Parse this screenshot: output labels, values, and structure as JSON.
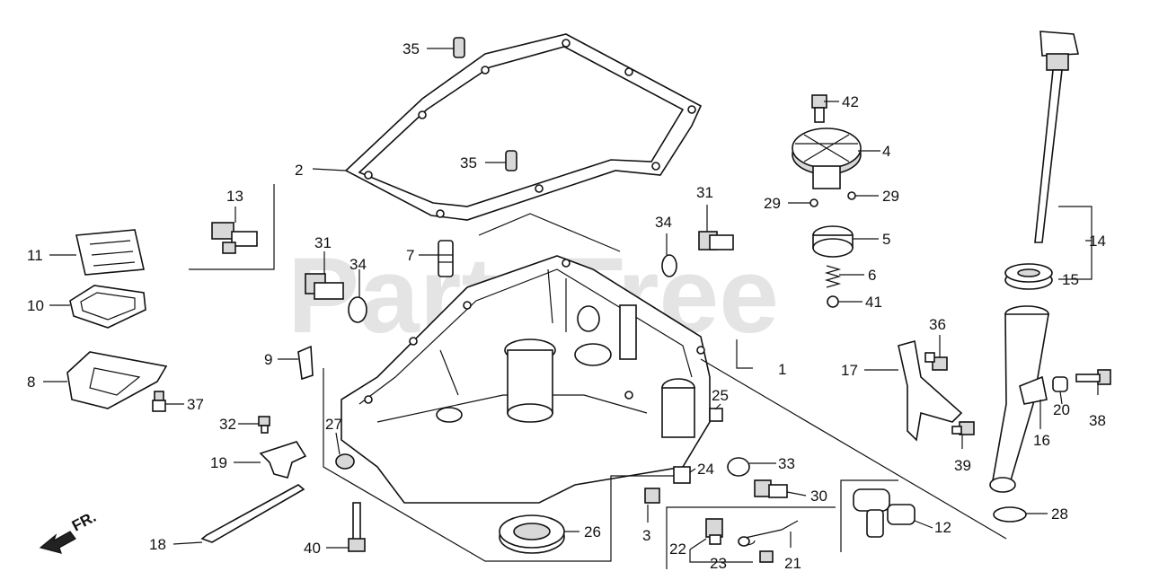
{
  "watermark": "PartsTree",
  "direction_label": "FR.",
  "callouts": {
    "c1": "1",
    "c2": "2",
    "c3": "3",
    "c4": "4",
    "c5": "5",
    "c6": "6",
    "c7": "7",
    "c8": "8",
    "c9": "9",
    "c10": "10",
    "c11": "11",
    "c12": "12",
    "c13": "13",
    "c14": "14",
    "c15": "15",
    "c16": "16",
    "c17": "17",
    "c18": "18",
    "c19": "19",
    "c20": "20",
    "c21": "21",
    "c22": "22",
    "c23": "23",
    "c24": "24",
    "c25": "25",
    "c26": "26",
    "c27": "27",
    "c28": "28",
    "c29a": "29",
    "c29b": "29",
    "c30": "30",
    "c31a": "31",
    "c31b": "31",
    "c32": "32",
    "c33": "33",
    "c34a": "34",
    "c34b": "34",
    "c35a": "35",
    "c35b": "35",
    "c36": "36",
    "c37": "37",
    "c38": "38",
    "c39": "39",
    "c40": "40",
    "c41": "41",
    "c42": "42"
  }
}
